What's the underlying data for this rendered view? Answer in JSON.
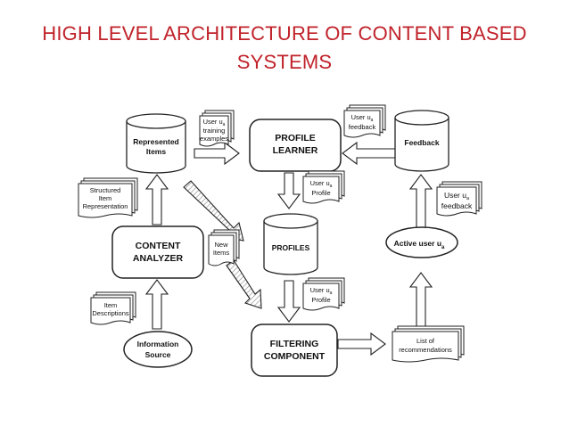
{
  "title": {
    "line1": "HIGH LEVEL ARCHITECTURE OF CONTENT BASED",
    "line2": "SYSTEMS"
  },
  "nodes": {
    "represented_items": [
      "Represented",
      "Items"
    ],
    "profile_learner": [
      "PROFILE",
      "LEARNER"
    ],
    "feedback": [
      "Feedback"
    ],
    "content_analyzer": [
      "CONTENT",
      "ANALYZER"
    ],
    "profiles": [
      "PROFILES"
    ],
    "active_user": [
      "Active user u",
      "a"
    ],
    "information_source": [
      "Information",
      "Source"
    ],
    "filtering_component": [
      "FILTERING",
      "COMPONENT"
    ]
  },
  "documents": {
    "training_examples": [
      "User u",
      "a",
      "training",
      "examples"
    ],
    "user_feedback_top": [
      "User u",
      "a",
      "feedback"
    ],
    "user_profile_1": [
      "User u",
      "a",
      "Profile"
    ],
    "structured_item": [
      "Structured",
      "Item",
      "Representation"
    ],
    "new_items": [
      "New",
      "Items"
    ],
    "user_feedback_right": [
      "User u",
      "a",
      "feedback"
    ],
    "item_descriptions": [
      "Item",
      "Descriptions"
    ],
    "user_profile_2": [
      "User u",
      "a",
      "Profile"
    ],
    "list_recommendations": [
      "List of",
      "recommendations"
    ]
  }
}
